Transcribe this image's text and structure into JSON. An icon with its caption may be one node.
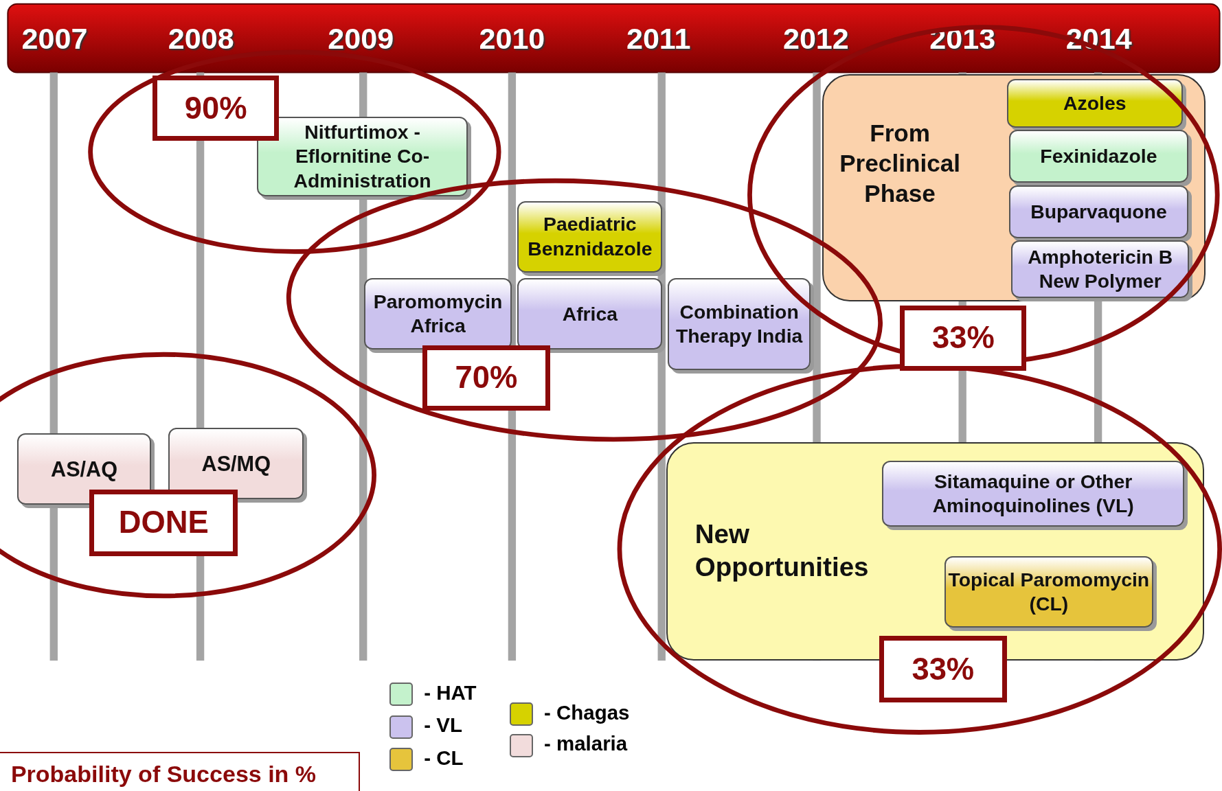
{
  "diagram": {
    "nodes": [
      {
        "text": [
          "90%"
        ]
      },
      {
        "text": [
          "Nitfurtimox -Eflornitine Co-Administration"
        ]
      },
      {
        "text": [
          "From Preclinical Phase"
        ]
      },
      {
        "text": [
          "Azoles"
        ],
        "in": 2
      },
      {
        "text": [
          "Fexinidazole"
        ],
        "in": 2
      },
      {
        "text": [
          "Buparvaquone"
        ],
        "in": 2
      },
      {
        "text": [
          "Amphotericin B New Polymer"
        ],
        "in": 2
      },
      {
        "text": [
          "Paediatric Benznidazole"
        ]
      },
      {
        "text": [
          "Paromomycin Africa"
        ]
      },
      {
        "text": [
          "Africa"
        ]
      },
      {
        "text": [
          "Combination Therapy India"
        ]
      },
      {
        "text": [
          "33%"
        ]
      },
      {
        "text": [
          "70%"
        ]
      },
      {
        "text": [
          "New Opportunities"
        ]
      },
      {
        "text": [
          "Sitamaquine or Other Aminoquinolines (VL)"
        ],
        "in": 13
      },
      {
        "text": [
          "Topical Paromomycin (CL)"
        ],
        "in": 13
      },
      {
        "text": [
          "AS/AQ"
        ]
      },
      {
        "text": [
          "AS/MQ"
        ]
      },
      {
        "text": [
          "DONE"
        ]
      },
      {
        "text": [
          "33%"
        ]
      }
    ],
    "edges": [],
    "labels": [
      "2007",
      "2008",
      "2009",
      "2010",
      "2011",
      "2012",
      "2013",
      "2014",
      "Probability of Success in %"
    ],
    "legend": [
      {
        "text": "- HAT",
        "color": "#c4f2cc"
      },
      {
        "text": "- VL",
        "color": "#cbc2ee"
      },
      {
        "text": "- CL",
        "color": "#e6c43c"
      },
      {
        "text": "- Chagas",
        "color": "#d6d200"
      },
      {
        "text": "- malaria",
        "color": "#f2dcdc"
      }
    ]
  }
}
